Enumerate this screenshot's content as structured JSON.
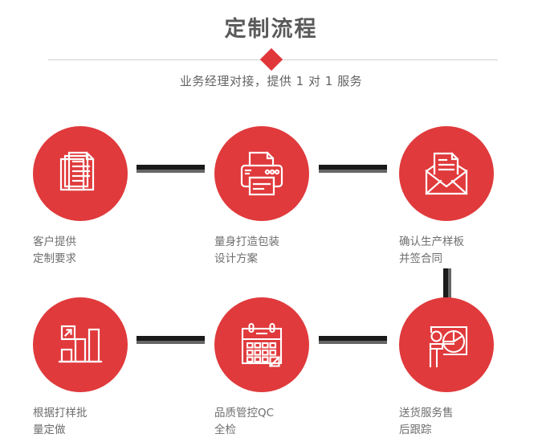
{
  "header": {
    "title": "定制流程",
    "subtitle": "业务经理对接，提供 1 对 1 服务",
    "divider_icon": "red-diamond"
  },
  "colors": {
    "accent_red": "#e03a3c",
    "title_gray": "#5a5a5a",
    "label_gray": "#6e6e6e",
    "connector_dark": "#1a1a1a",
    "connector_shadow": "#666666",
    "divider_line": "#cfcfcf",
    "background": "#ffffff"
  },
  "steps": [
    {
      "index": "1",
      "icon": "documents-stack-icon",
      "label_line1": "客户提供",
      "label_line2": "定制要求"
    },
    {
      "index": "2",
      "icon": "printer-icon",
      "label_line1": "量身打造包装",
      "label_line2": "设计方案"
    },
    {
      "index": "3",
      "icon": "envelope-letter-icon",
      "label_line1": "确认生产样板",
      "label_line2": "并签合同"
    },
    {
      "index": "4",
      "icon": "bar-chart-growth-icon",
      "label_line1": "根据打样批",
      "label_line2": "量定做"
    },
    {
      "index": "5",
      "icon": "calendar-check-icon",
      "label_line1": "品质管控QC",
      "label_line2": "全检"
    },
    {
      "index": "6",
      "icon": "presentation-piechart-icon",
      "label_line1": "送货服务售",
      "label_line2": "后跟踪"
    }
  ],
  "connectors": [
    {
      "id": "connector-1-2",
      "orientation": "horizontal"
    },
    {
      "id": "connector-2-3",
      "orientation": "horizontal"
    },
    {
      "id": "connector-3-6",
      "orientation": "vertical"
    },
    {
      "id": "connector-4-5",
      "orientation": "horizontal"
    },
    {
      "id": "connector-5-6",
      "orientation": "horizontal"
    }
  ]
}
